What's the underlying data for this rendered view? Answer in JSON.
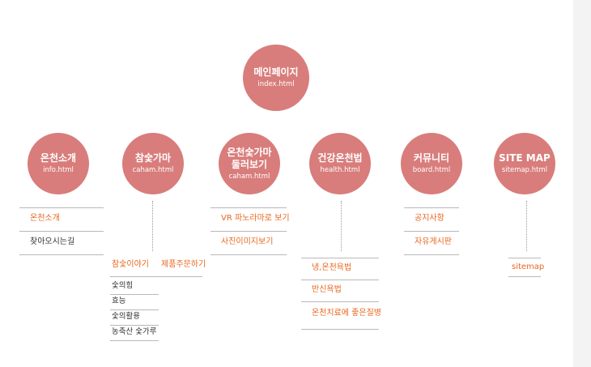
{
  "root": {
    "title": "메인페이지",
    "file": "index.html"
  },
  "sections": [
    {
      "title": "온천소개",
      "file": "info.html",
      "links": [
        "온천소개",
        "찾아오시는길"
      ]
    },
    {
      "title": "참숯가마",
      "file": "caham.html",
      "links": [
        "참숯이야기",
        "제품주문하기"
      ],
      "sublinks": [
        "숯의힘",
        "효능",
        "숯의활용",
        "농축산 숯가루"
      ]
    },
    {
      "title": "온천숯가마\n둘러보기",
      "file": "caham.html",
      "links": [
        "VR 파노라마로 보기",
        "사진이미지보기"
      ]
    },
    {
      "title": "건강온천법",
      "file": "health.html",
      "links": [
        "냉,온천욕법",
        "반신욕법",
        "온천치료에 좋은질병"
      ]
    },
    {
      "title": "커뮤니티",
      "file": "board.html",
      "links": [
        "공지사항",
        "자유게시판"
      ]
    },
    {
      "title": "SITE MAP",
      "file": "sitemap.html",
      "links": [
        "sitemap"
      ]
    }
  ],
  "colors": {
    "node": "#d87d7b",
    "link": "#e8661f",
    "text": "#333333",
    "rule": "#b9b9b9"
  }
}
